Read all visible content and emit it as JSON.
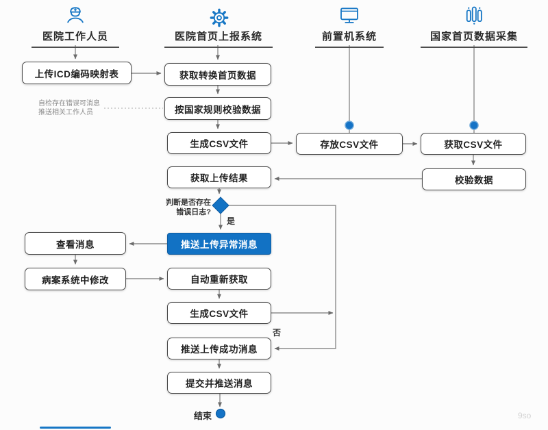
{
  "colors": {
    "accent": "#1777c5",
    "node_border": "#4a4a4a",
    "node_fill": "#ffffff",
    "highlight_fill": "#1272c4",
    "highlight_text": "#ffffff",
    "connector_line": "#8c8c8c",
    "arrowhead": "#6b6b6b",
    "text": "#222222",
    "note_text": "#8a8a8a"
  },
  "lanes": {
    "staff": {
      "title": "医院工作人员",
      "icon": "nurse-icon"
    },
    "reporter": {
      "title": "医院首页上报系统",
      "icon": "gear-icon"
    },
    "front": {
      "title": "前置机系统",
      "icon": "monitor-icon"
    },
    "national": {
      "title": "国家首页数据采集",
      "icon": "data-grid-icon"
    }
  },
  "nodes": {
    "upload_icd": {
      "text": "上传ICD编码映射表"
    },
    "fetch_convert": {
      "text": "获取转换首页数据"
    },
    "validate_rules": {
      "text": "按国家规则校验数据"
    },
    "gen_csv_1": {
      "text": "生成CSV文件"
    },
    "store_csv": {
      "text": "存放CSV文件"
    },
    "fetch_csv": {
      "text": "获取CSV文件"
    },
    "validate_data": {
      "text": "校验数据"
    },
    "get_result": {
      "text": "获取上传结果"
    },
    "push_error": {
      "text": "推送上传异常消息"
    },
    "view_msg": {
      "text": "查看消息"
    },
    "fix_record": {
      "text": "病案系统中修改"
    },
    "auto_refetch": {
      "text": "自动重新获取"
    },
    "gen_csv_2": {
      "text": "生成CSV文件"
    },
    "push_success": {
      "text": "推送上传成功消息"
    },
    "submit_push": {
      "text": "提交并推送消息"
    }
  },
  "decision": {
    "line1": "判断是否存在",
    "line2": "错误日志?",
    "yes": "是",
    "no": "否"
  },
  "note": {
    "line1": "自检存在错误可消息",
    "line2": "推送相关工作人员"
  },
  "terminal": {
    "end_label": "结束"
  },
  "watermark": "9so"
}
